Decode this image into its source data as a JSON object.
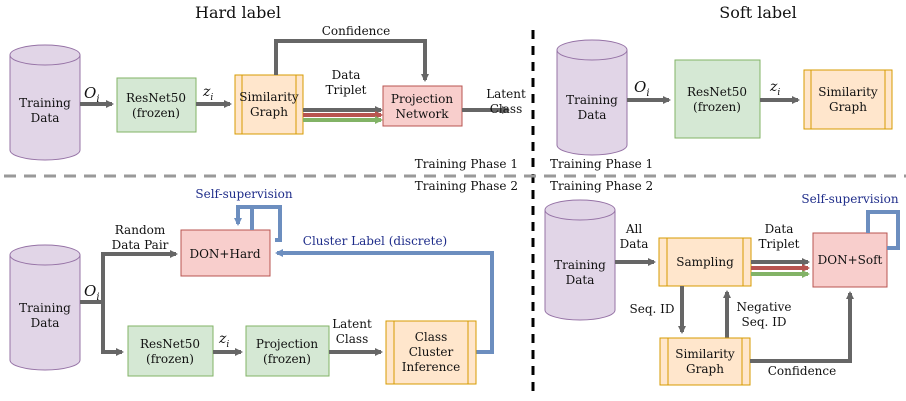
{
  "headers": {
    "hard": "Hard label",
    "soft": "Soft label"
  },
  "phases": {
    "hard_phase1": "Training Phase 1",
    "hard_phase2": "Training Phase 2",
    "soft_phase1": "Training Phase 1",
    "soft_phase2": "Training Phase 2"
  },
  "nodes": {
    "training_data": [
      "Training",
      "Data"
    ],
    "resnet_frozen": [
      "ResNet50",
      "(frozen)"
    ],
    "similarity_graph": [
      "Similarity",
      "Graph"
    ],
    "projection_network": [
      "Projection",
      "Network"
    ],
    "don_hard": "DON+Hard",
    "projection_frozen": [
      "Projection",
      "(frozen)"
    ],
    "class_cluster_inference": [
      "Class",
      "Cluster",
      "Inference"
    ],
    "sampling": "Sampling",
    "don_soft": "DON+Soft"
  },
  "math": {
    "o_i": "O",
    "o_sub": "i",
    "z_i": "z",
    "z_sub": "i"
  },
  "edge_labels": {
    "confidence": "Confidence",
    "data_triplet": [
      "Data",
      "Triplet"
    ],
    "latent_class": [
      "Latent",
      "Class"
    ],
    "self_supervision": "Self-supervision",
    "random_data_pair": [
      "Random",
      "Data Pair"
    ],
    "cluster_label": "Cluster Label (discrete)",
    "all_data": [
      "All",
      "Data"
    ],
    "seq_id": "Seq. ID",
    "negative_seq_id": [
      "Negative",
      "Seq. ID"
    ]
  },
  "colors": {
    "cylinder_fill": "#e1d5e7",
    "cylinder_stroke": "#9673a6",
    "green_fill": "#d5e8d4",
    "green_stroke": "#82b366",
    "orange_fill": "#ffe6cc",
    "orange_stroke": "#d79b00",
    "red_fill": "#f8cecc",
    "red_stroke": "#b85450",
    "arrow_dark": "#666666",
    "arrow_red": "#b85450",
    "arrow_green": "#82b366",
    "arrow_blue": "#6c8ebf",
    "divider": "#000000",
    "phase_divider": "#999999"
  }
}
